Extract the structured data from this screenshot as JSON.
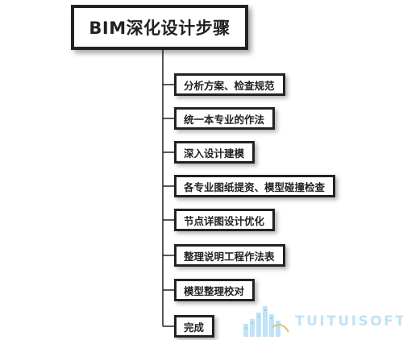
{
  "title": "BIM深化设计步骤",
  "steps": [
    "分析方案、检查规范",
    "统一本专业的作法",
    "深入设计建模",
    "各专业图纸提资、模型碰撞检查",
    "节点详图设计优化",
    "整理说明工程作法表",
    "模型整理校对",
    "完成"
  ],
  "watermark": "TUITUISOFT",
  "colors": {
    "border": "#222222",
    "watermark": "#bfe3f7"
  }
}
